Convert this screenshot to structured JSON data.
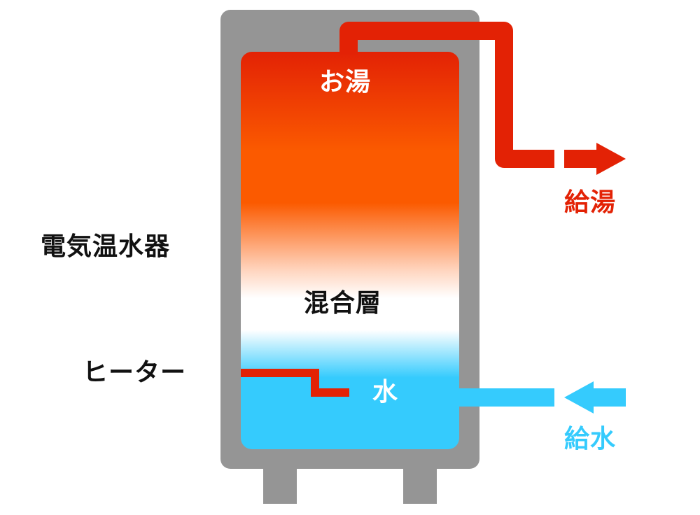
{
  "labels": {
    "hot_water": "お湯",
    "mixing_layer": "混合層",
    "water": "水",
    "hot_supply": "給湯",
    "water_supply": "給水",
    "heater_name": "電気温水器",
    "heater": "ヒーター"
  },
  "colors": {
    "tank_body": "#959595",
    "hot": "#e32205",
    "warm": "#fb5a00",
    "mixed": "#ffffff",
    "cold": "#35cbfd",
    "hot_pipe": "#e32205",
    "cold_pipe": "#35cbfd",
    "heater_element": "#e32205",
    "label_dark": "#111111",
    "label_light": "#ffffff"
  },
  "arrows": {
    "hot_supply_direction": "right",
    "water_supply_direction": "left"
  }
}
